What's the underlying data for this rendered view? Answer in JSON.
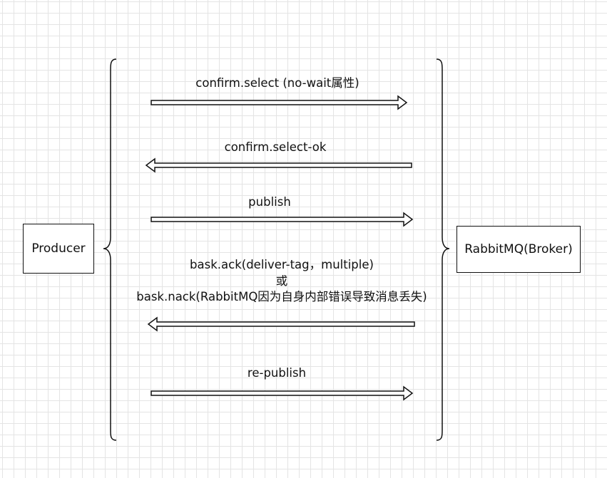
{
  "nodes": {
    "producer": "Producer",
    "broker": "RabbitMQ(Broker)"
  },
  "messages": [
    {
      "label": "confirm.select (no-wait属性)",
      "direction": "right"
    },
    {
      "label": "confirm.select-ok",
      "direction": "left"
    },
    {
      "label": "publish",
      "direction": "right"
    },
    {
      "label_line1": "bask.ack(deliver-tag，multiple)",
      "label_line2": "或",
      "label_line3": "bask.nack(RabbitMQ因为自身内部错误导致消息丢失)",
      "direction": "left"
    },
    {
      "label": "re-publish",
      "direction": "right"
    }
  ]
}
